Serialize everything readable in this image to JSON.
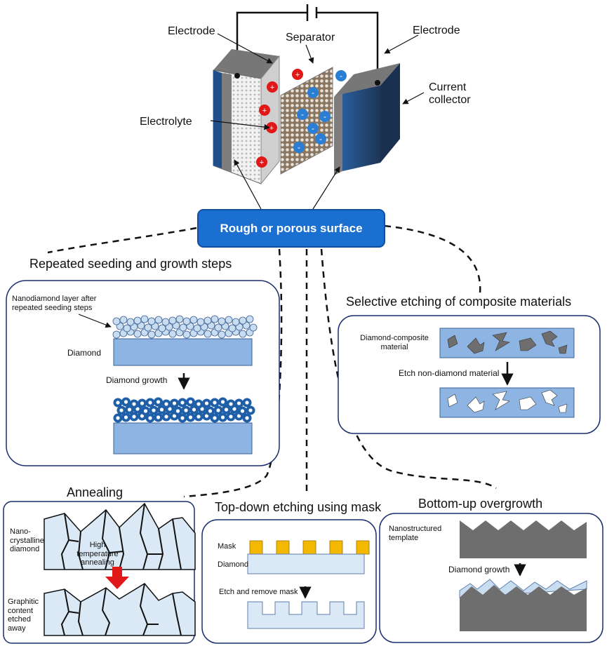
{
  "top": {
    "electrode_left": "Electrode",
    "electrode_right": "Electrode",
    "separator": "Separator",
    "current_collector": "Current\ncollector",
    "electrolyte": "Electrolyte",
    "central_box": "Rough or porous surface",
    "plus_sign": "+",
    "minus_sign": "-"
  },
  "seeding": {
    "title": "Repeated seeding and growth steps",
    "nanodiamond_label": "Nanodiamond layer after repeated seeding steps",
    "diamond_label": "Diamond",
    "growth_label": "Diamond growth"
  },
  "selective": {
    "title": "Selective etching of composite materials",
    "composite_label": "Diamond-composite material",
    "etch_label": "Etch non-diamond material"
  },
  "annealing": {
    "title": "Annealing",
    "nano_label": "Nano-crystalline diamond",
    "high_temp_label": "High temperature annealing",
    "graphitic_label": "Graphitic content etched away"
  },
  "topdown": {
    "title": "Top-down etching using mask",
    "mask_label": "Mask",
    "diamond_label": "Diamond",
    "etch_label": "Etch and remove mask"
  },
  "bottomup": {
    "title": "Bottom-up overgrowth",
    "template_label": "Nanostructured template",
    "growth_label": "Diamond growth"
  },
  "colors": {
    "main_box": "#1b6fd0",
    "plus_ion": "#e01818",
    "minus_ion": "#2a7fd4",
    "diamond_fill": "#8eb4e3",
    "annealing_fill": "#dbe9f6",
    "mask_fill": "#f5b800",
    "template_fill": "#6e6e6e",
    "nano_grain": "#c9ddf1",
    "grown_grain": "#1e5fa8",
    "red_arrow": "#e01818"
  }
}
